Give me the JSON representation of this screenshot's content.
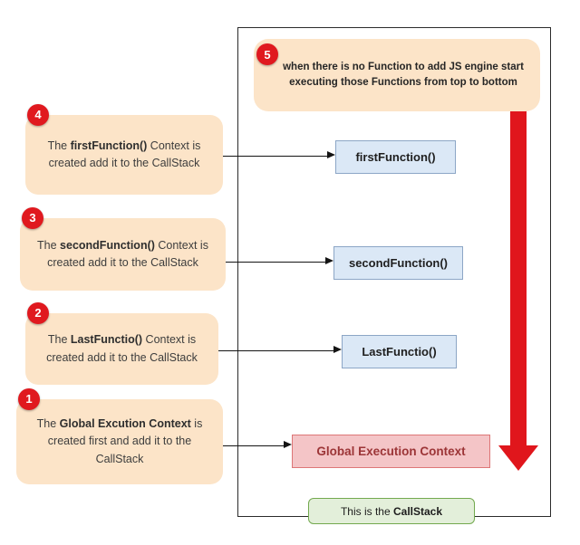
{
  "top_note": {
    "number": "5",
    "text": "when there is no Function to add JS engine start executing those Functions from top to bottom"
  },
  "steps": [
    {
      "number": "4",
      "prefix": "The ",
      "bold": "firstFunction()",
      "suffix": " Context is created add it to the CallStack"
    },
    {
      "number": "3",
      "prefix": "The ",
      "bold": "secondFunction()",
      "suffix": " Context is created add it to the CallStack"
    },
    {
      "number": "2",
      "prefix": "The ",
      "bold": "LastFunctio()",
      "suffix": " Context is created add it to the CallStack"
    },
    {
      "number": "1",
      "prefix": "The ",
      "bold": "Global Excution Context",
      "suffix": " is created first and add it to the CallStack"
    }
  ],
  "stack_frames": [
    "firstFunction()",
    "secondFunction()",
    "LastFunctio()"
  ],
  "global_context_label": "Global Execution Context",
  "caption": {
    "prefix": "This is the ",
    "bold": "CallStack"
  },
  "colors": {
    "note_bg": "#fce4c8",
    "frame_bg": "#dbe8f6",
    "frame_border": "#8ca6c6",
    "global_bg": "#f4c5c7",
    "global_border": "#dd7677",
    "global_text": "#9c3537",
    "caption_bg": "#e3efda",
    "caption_border": "#73a94f",
    "badge_red": "#e0191f",
    "arrow_red": "#e0161c"
  }
}
